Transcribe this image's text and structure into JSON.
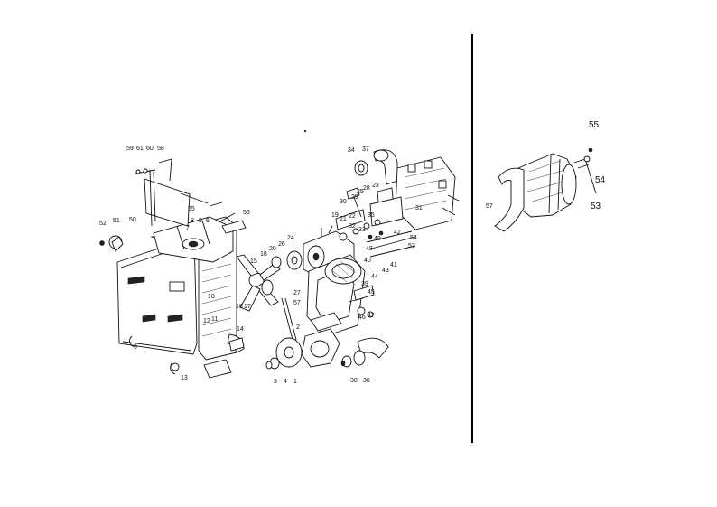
{
  "main_diagram": {
    "labels": [
      "59",
      "61",
      "60",
      "58",
      "52",
      "51",
      "50",
      "56",
      "55",
      "13",
      "12",
      "11",
      "10",
      "14",
      "16",
      "17",
      "15",
      "18",
      "20",
      "26",
      "24",
      "23",
      "19",
      "21",
      "22",
      "25",
      "27",
      "57",
      "2",
      "3",
      "4",
      "1",
      "38",
      "36",
      "37",
      "34",
      "31",
      "35",
      "33",
      "32",
      "30",
      "29",
      "28",
      "48",
      "49",
      "42",
      "43",
      "44",
      "41",
      "40",
      "39",
      "45",
      "46",
      "47",
      "53",
      "54",
      "9",
      "8",
      "5",
      "7",
      "6"
    ]
  },
  "inset_diagram": {
    "labels": [
      "55",
      "54",
      "53",
      "57"
    ]
  }
}
